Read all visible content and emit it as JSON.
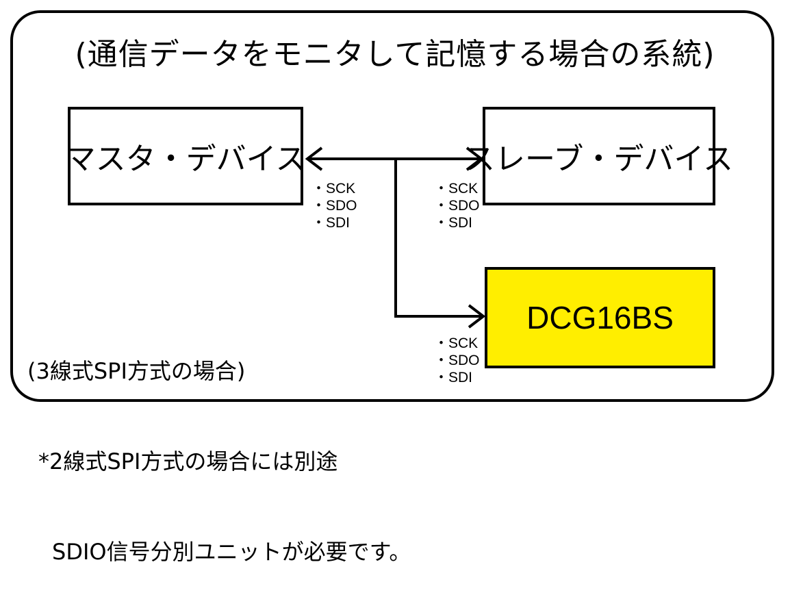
{
  "title": "(通信データをモニタして記憶する場合の系統)",
  "boxes": {
    "master": "マスタ・デバイス",
    "slave": "スレーブ・デバイス",
    "dcg": "DCG16BS"
  },
  "signals": {
    "master": [
      "・SCK",
      "・SDO",
      "・SDI"
    ],
    "slave": [
      "・SCK",
      "・SDO",
      "・SDI"
    ],
    "dcg": [
      "・SCK",
      "・SDO",
      "・SDI"
    ]
  },
  "notes": [
    "(3線式SPI方式の場合)",
    "*2線式SPI方式の場合には別途",
    "SDIO信号分別ユニットが必要です。"
  ],
  "colors": {
    "line": "#000000",
    "dcg_fill": "#ffee00",
    "background": "#ffffff"
  }
}
